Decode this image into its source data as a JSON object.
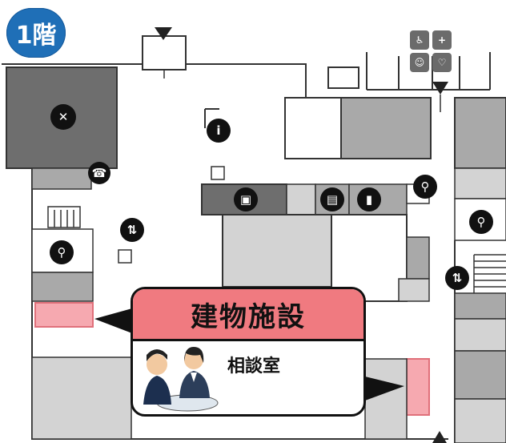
{
  "floor": {
    "label": "1階"
  },
  "callout": {
    "title": "建物施設",
    "items": [
      {
        "label": "相談室"
      }
    ]
  },
  "colors": {
    "floor_badge": "#1f6fb7",
    "callout_header": "#f07a80",
    "highlight_area": "#f6a9b0",
    "room_dark": "#6e6e6e",
    "room_medium": "#a9a9a9",
    "room_light": "#d3d3d3",
    "icon": "#111111"
  },
  "icons": {
    "restaurant": "fork-knife-icon",
    "information": "information-icon",
    "telephone": "telephone-icon",
    "restroom": "restroom-icon",
    "elevator": "elevator-icon",
    "shop": "shopping-bag-icon",
    "vending": "vending-machine-icon",
    "bottle": "bottle-icon",
    "accessible_toilet": "accessible-toilet-icon",
    "first_aid": "first-aid-icon",
    "family_restroom": "family-restroom-icon",
    "nursing_room": "nursing-room-icon",
    "entrance_arrow": "entrance-arrow-icon"
  }
}
